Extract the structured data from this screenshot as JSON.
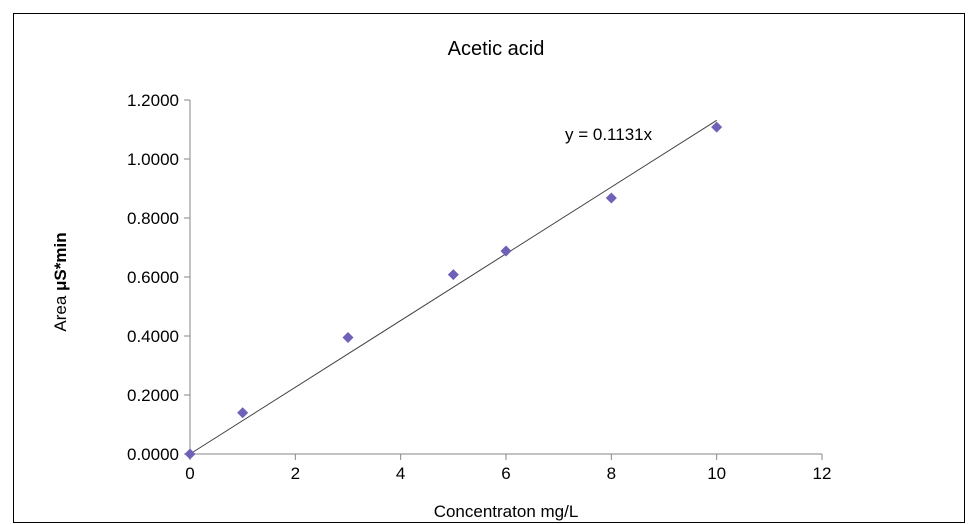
{
  "chart_data": {
    "type": "scatter",
    "title": "Acetic acid",
    "xlabel": "Concentraton mg/L",
    "ylabel": {
      "prefix": "Area ",
      "unit": "μS*min"
    },
    "xlim": [
      0,
      12
    ],
    "ylim": [
      0,
      1.2
    ],
    "xticks": [
      0,
      2,
      4,
      6,
      8,
      10,
      12
    ],
    "xtick_labels": [
      "0",
      "2",
      "4",
      "6",
      "8",
      "10",
      "12"
    ],
    "yticks": [
      0,
      0.2,
      0.4,
      0.6,
      0.8,
      1.0,
      1.2
    ],
    "ytick_labels": [
      "0.0000",
      "0.2000",
      "0.4000",
      "0.6000",
      "0.8000",
      "1.0000",
      "1.2000"
    ],
    "grid": false,
    "legend": "none",
    "series": [
      {
        "x": [
          0,
          1,
          3,
          5,
          6,
          8,
          10
        ],
        "y": [
          0.0,
          0.14,
          0.395,
          0.608,
          0.688,
          0.868,
          1.108
        ],
        "marker": "diamond",
        "color": "#7060b8"
      }
    ],
    "trendline": {
      "slope": 0.1131,
      "intercept": 0,
      "x_range": [
        0,
        10
      ],
      "color": "#404040",
      "equation": "y = 0.1131x"
    }
  }
}
